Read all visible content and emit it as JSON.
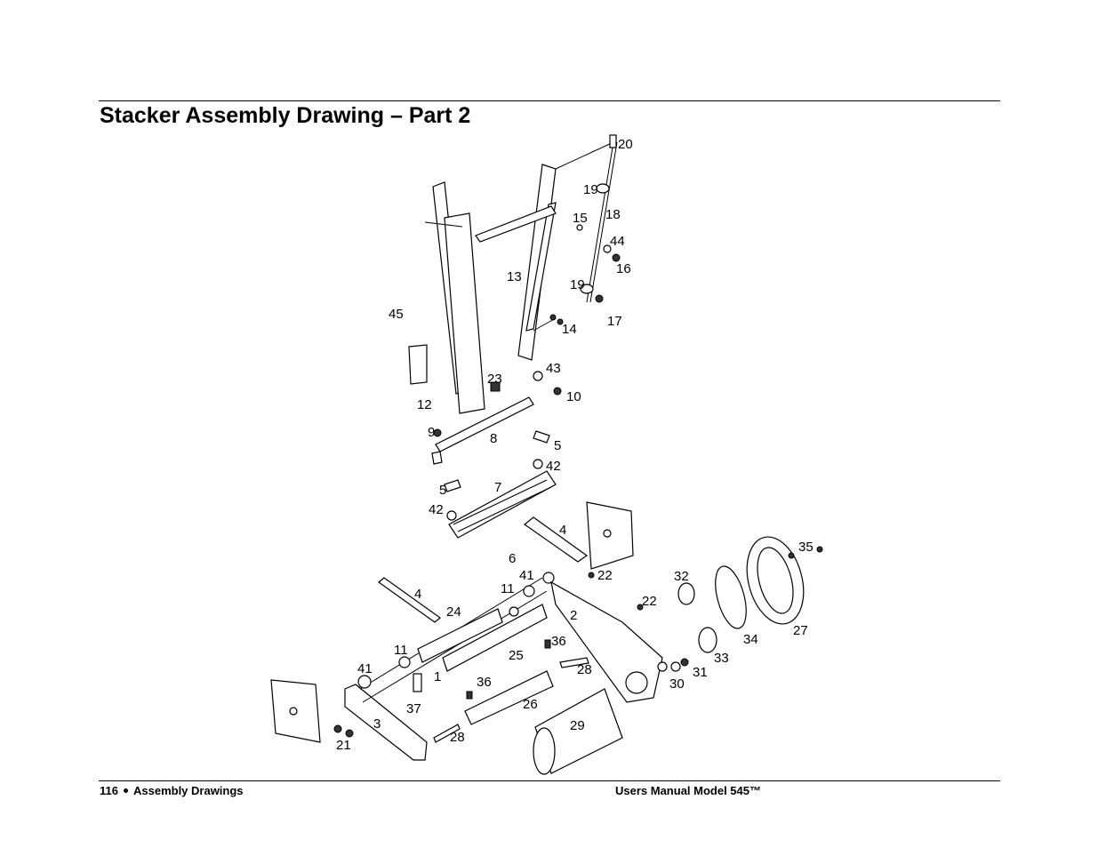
{
  "page": {
    "title": "Stacker Assembly Drawing – Part 2",
    "footer_page_number": "116",
    "footer_section": "Assembly Drawings",
    "footer_manual": "Users Manual Model 545™"
  },
  "drawing": {
    "part_labels": [
      "20",
      "19",
      "18",
      "15",
      "44",
      "16",
      "13",
      "19",
      "17",
      "45",
      "14",
      "43",
      "10",
      "23",
      "12",
      "9",
      "8",
      "5",
      "42",
      "7",
      "5",
      "42",
      "4",
      "6",
      "41",
      "11",
      "22",
      "32",
      "35",
      "22",
      "4",
      "24",
      "2",
      "11",
      "36",
      "25",
      "28",
      "34",
      "27",
      "33",
      "41",
      "1",
      "31",
      "30",
      "37",
      "36",
      "26",
      "3",
      "29",
      "28",
      "21"
    ]
  }
}
